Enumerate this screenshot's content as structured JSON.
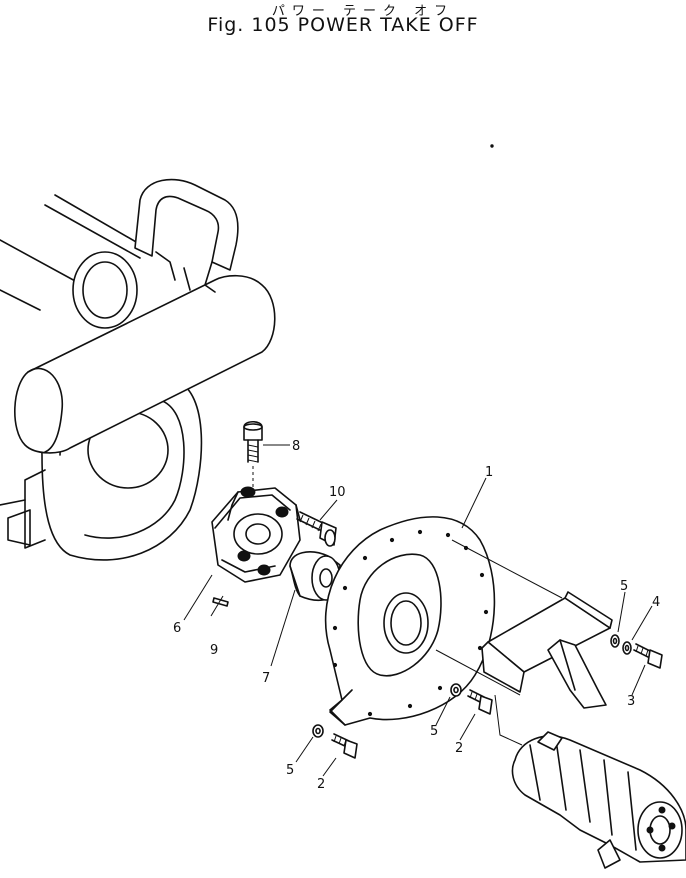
{
  "figure": {
    "title_jp": "パワー テーク オフ",
    "title_en": "Fig. 105 POWER TAKE OFF"
  },
  "callouts": [
    {
      "id": "c1",
      "label": "1"
    },
    {
      "id": "c2a",
      "label": "2"
    },
    {
      "id": "c2b",
      "label": "2"
    },
    {
      "id": "c3",
      "label": "3"
    },
    {
      "id": "c4",
      "label": "4"
    },
    {
      "id": "c5a",
      "label": "5"
    },
    {
      "id": "c5b",
      "label": "5"
    },
    {
      "id": "c5c",
      "label": "5"
    },
    {
      "id": "c6",
      "label": "6"
    },
    {
      "id": "c7",
      "label": "7"
    },
    {
      "id": "c8",
      "label": "8"
    },
    {
      "id": "c9",
      "label": "9"
    },
    {
      "id": "c10",
      "label": "10"
    }
  ]
}
